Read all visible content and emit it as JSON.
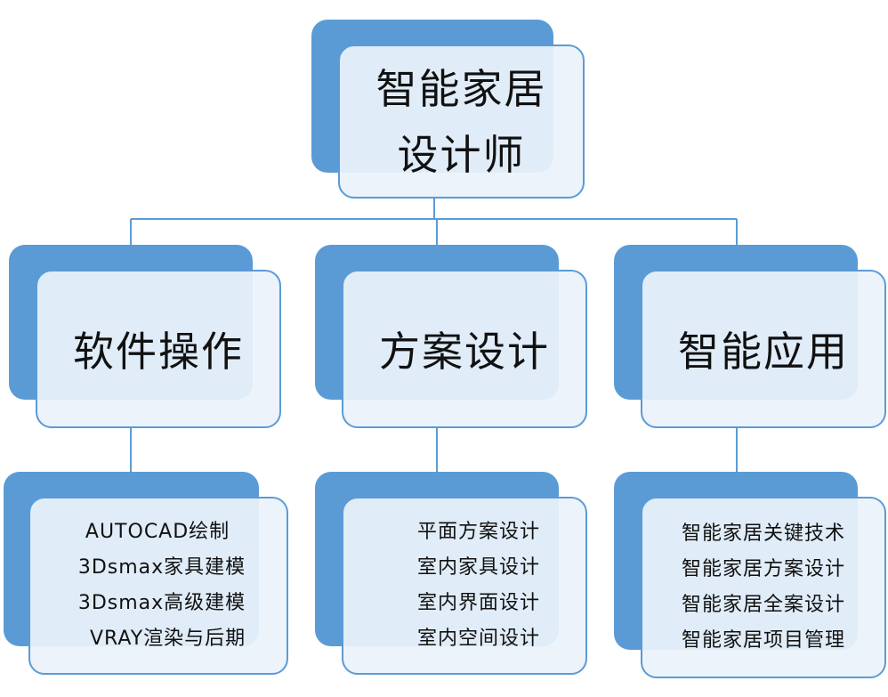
{
  "root": {
    "lines": [
      "智能家居",
      "设计师"
    ]
  },
  "branches": [
    {
      "title": "软件操作",
      "items": [
        "AUTOCAD绘制",
        "3Dsmax家具建模",
        "3Dsmax高级建模",
        "VRAY渲染与后期"
      ]
    },
    {
      "title": "方案设计",
      "items": [
        "平面方案设计",
        "室内家具设计",
        "室内界面设计",
        "室内空间设计"
      ]
    },
    {
      "title": "智能应用",
      "items": [
        "智能家居关键技术",
        "智能家居方案设计",
        "智能家居全案设计",
        "智能家居项目管理"
      ]
    }
  ],
  "colors": {
    "accent": "#5b9bd5",
    "box_fill": "#ebf2fa",
    "text": "#111111",
    "connector": "#5b9bd5"
  }
}
